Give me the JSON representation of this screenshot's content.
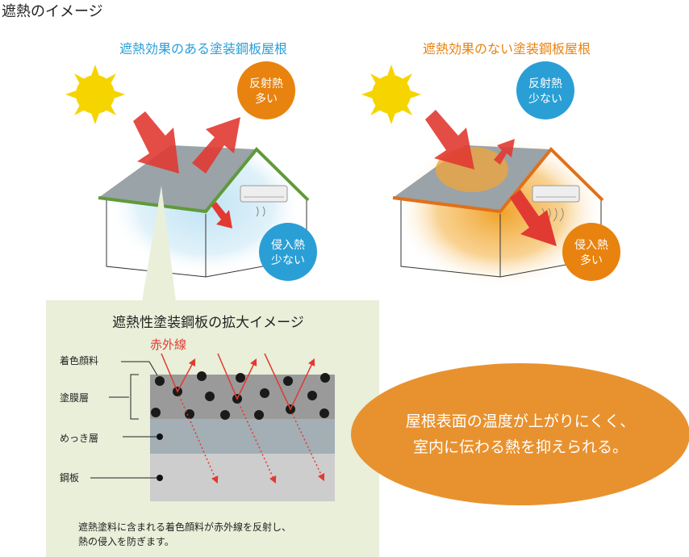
{
  "title": "遮熱のイメージ",
  "left_house": {
    "heading": "遮熱効果のある塗装鋼板屋根",
    "reflected": [
      "反射熱",
      "多い"
    ],
    "intrusion": [
      "侵入熱",
      "少ない"
    ]
  },
  "right_house": {
    "heading": "遮熱効果のない塗装鋼板屋根",
    "reflected": [
      "反射熱",
      "少ない"
    ],
    "intrusion": [
      "侵入熱",
      "多い"
    ]
  },
  "detail": {
    "heading": "遮熱性塗装鋼板の拡大イメージ",
    "infrared": "赤外線",
    "labels": [
      "着色顔料",
      "塗膜層",
      "めっき層",
      "鋼板"
    ],
    "caption": [
      "遮熱塗料に含まれる着色顔料が赤外線を反射し、",
      "熱の侵入を防ぎます。"
    ]
  },
  "conclusion": [
    "屋根表面の温度が上がりにくく、",
    "室内に伝わる熱を抑えられる。"
  ],
  "colors": {
    "blue": "#2a9fd6",
    "orange": "#e8830f",
    "red": "#e03a32",
    "green": "#5f9a3a",
    "panel": "#e9efd9"
  }
}
